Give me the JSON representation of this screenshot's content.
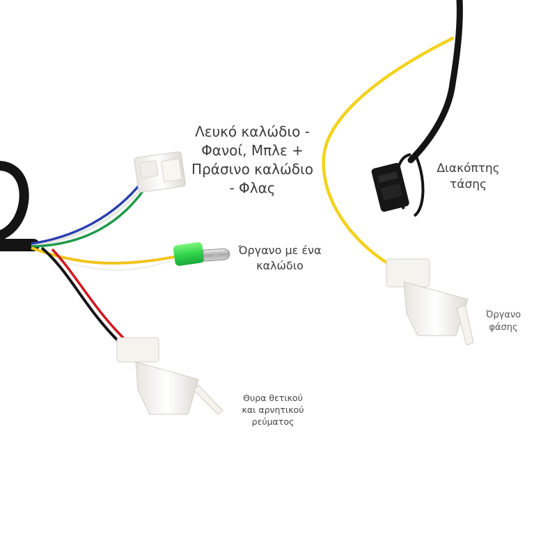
{
  "labels": {
    "lights_flash": "Λευκό καλώδιο -\nΦανοί, Μπλε +\nΠράσινο καλώδιο\n- Φλας",
    "power_switch": "Διακόπτης\nτάσης",
    "single_wire_gauge": "Όργανο με ένα\nκαλώδιο",
    "phase_gauge": "Όργανο\nφάσης",
    "power_port": "Θυρα θετικού\nκαι αρνητικού\nρεύματος"
  },
  "colors": {
    "background": "#ffffff",
    "black_cable": "#141414",
    "yellow_wire": "#f2d21c",
    "red_wire": "#d0161b",
    "green_wire": "#1f9a4a",
    "blue_wire": "#2a3fb0",
    "white_connector": "#f4f3ee",
    "green_sleeve": "#39e05a"
  }
}
